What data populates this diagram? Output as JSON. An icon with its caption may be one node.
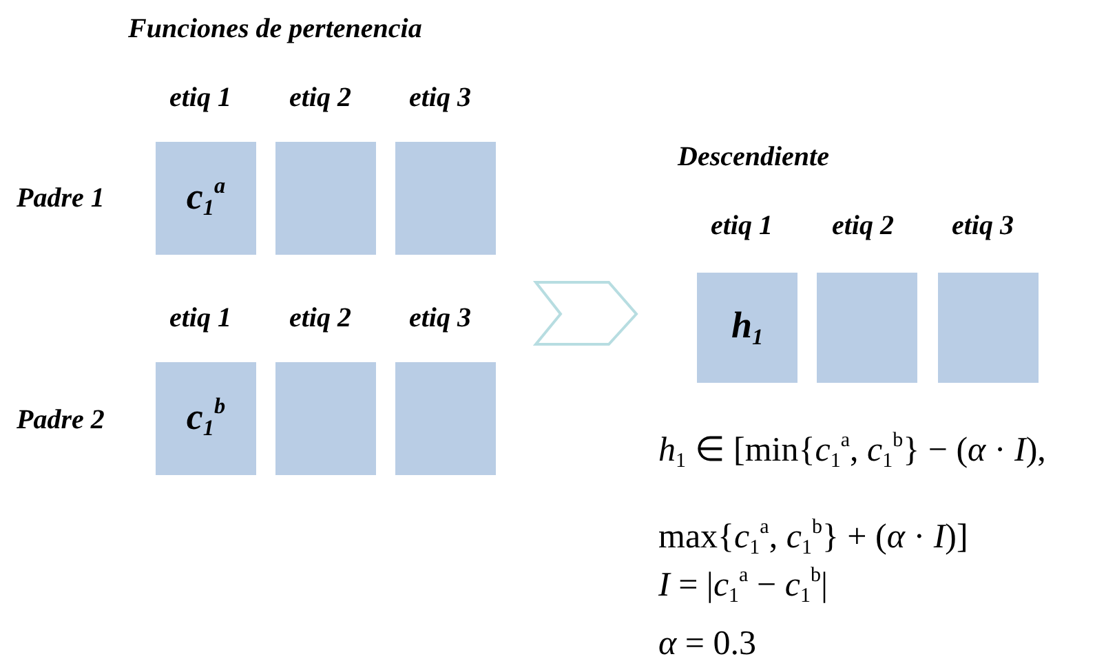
{
  "diagram": {
    "title": "Funciones de pertenencia",
    "nodes": [
      {
        "text": [
          "*c*$_{1}$$^{a}$"
        ]
      },
      {
        "text": [],
        "shape": "box"
      },
      {
        "text": [],
        "shape": "box"
      },
      {
        "text": [
          "*c*$_{1}$$^{b}$"
        ]
      },
      {
        "text": [],
        "shape": "box"
      },
      {
        "text": [],
        "shape": "box"
      },
      {
        "text": [
          "*h*$_{1}$"
        ]
      },
      {
        "text": [],
        "shape": "box"
      },
      {
        "text": [],
        "shape": "box"
      }
    ],
    "edges": [
      {
        "from": 5,
        "to": 6,
        "arrow": "to"
      }
    ],
    "labels": [
      "etiq 1",
      "etiq 2",
      "etiq 3",
      "Descendiente",
      "Padre 1",
      "etiq 1",
      "etiq 2",
      "etiq 3",
      "etiq 1",
      "etiq 2",
      "etiq 3",
      "Padre 2",
      "*h*$_{1}$ ∈ [min{*c*$_{1}$$^{a}$, *c*$_{1}$$^{b}$} − (*α* · *I*), max{*c*$_{1}$$^{a}$, *c*$_{1}$$^{b}$} + (*α* · *I*)]",
      "*I* = |*c*$_{1}$$^{a}$ − *c*$_{1}$$^{b}$|",
      "*α* = 0.3"
    ]
  }
}
